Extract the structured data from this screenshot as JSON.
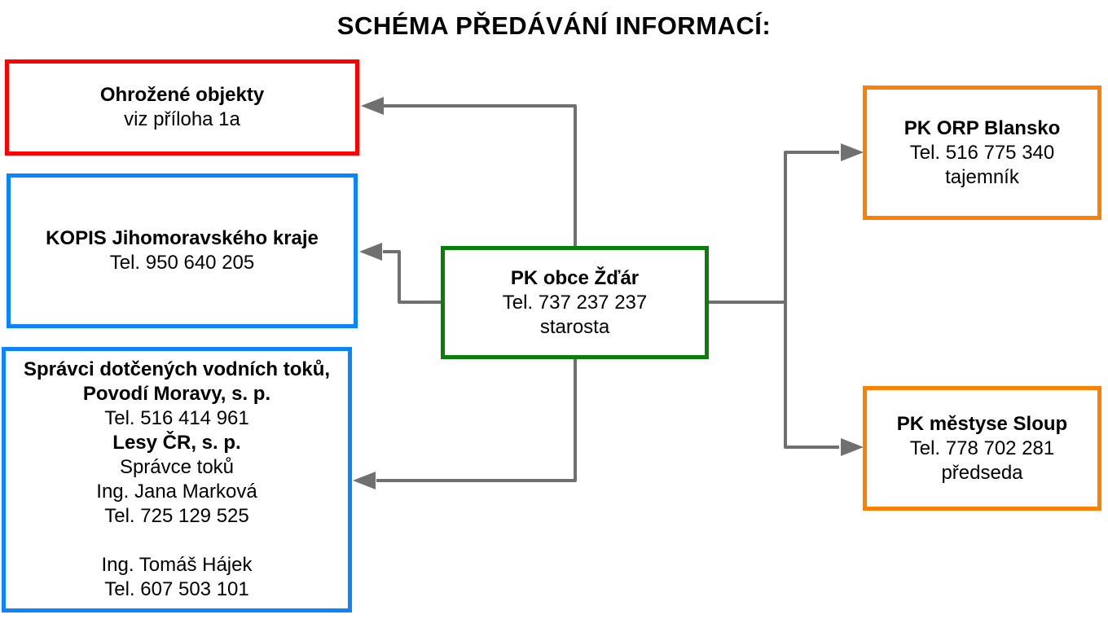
{
  "title": "SCHÉMA PŘEDÁVÁNÍ INFORMACÍ:",
  "colors": {
    "red": "#ff0000",
    "blue": "#0a84ff",
    "green": "#0a7d0a",
    "orange": "#ff8000",
    "connector": "#707070"
  },
  "nodes": {
    "ohrozene": {
      "name": "Ohrožené objekty",
      "line1": "viz příloha 1a"
    },
    "kopis": {
      "name": "KOPIS Jihomoravského kraje",
      "phone": "Tel. 950 640 205"
    },
    "spravci": {
      "name1": "Správci dotčených vodních toků,",
      "name2": "Povodí Moravy, s. p.",
      "phone1": "Tel. 516 414 961",
      "name3": "Lesy ČR, s. p.",
      "role": "Správce toků",
      "person1": "Ing. Jana Marková",
      "phone2": "Tel. 725 129 525",
      "person2": "Ing. Tomáš Hájek",
      "phone3": "Tel. 607 503 101"
    },
    "center": {
      "name": "PK obce Žďár",
      "phone": "Tel. 737 237 237",
      "role": "starosta"
    },
    "blansko": {
      "name": "PK ORP Blansko",
      "phone": "Tel. 516 775 340",
      "role": "tajemník"
    },
    "sloup": {
      "name": "PK městyse Sloup",
      "phone": "Tel. 778 702 281",
      "role": "předseda"
    }
  },
  "edges": [
    {
      "from": "center",
      "to": "ohrozene"
    },
    {
      "from": "center",
      "to": "kopis"
    },
    {
      "from": "center",
      "to": "spravci"
    },
    {
      "from": "center",
      "to": "blansko"
    },
    {
      "from": "center",
      "to": "sloup"
    }
  ]
}
